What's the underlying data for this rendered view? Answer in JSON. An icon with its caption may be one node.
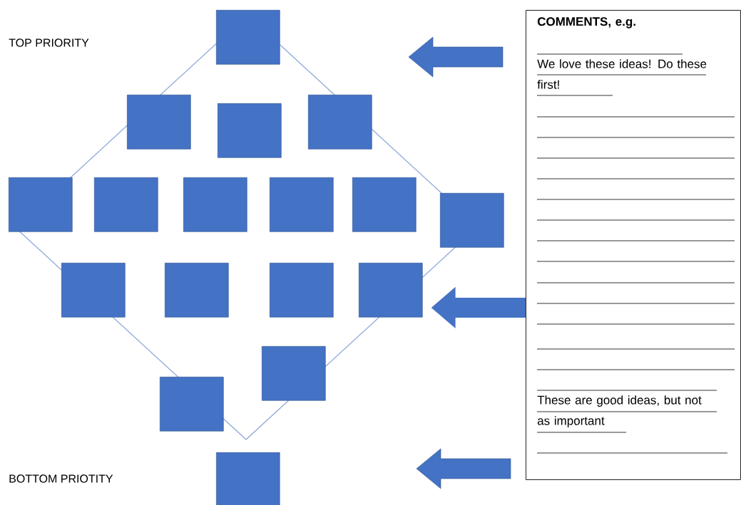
{
  "diagram": {
    "nodes": [
      {
        "text": [],
        "shape": "box"
      },
      {
        "text": [],
        "shape": "box"
      },
      {
        "text": [],
        "shape": "box"
      },
      {
        "text": [],
        "shape": "box"
      },
      {
        "text": [],
        "shape": "box"
      },
      {
        "text": [],
        "shape": "box"
      },
      {
        "text": [],
        "shape": "box"
      },
      {
        "text": [],
        "shape": "box"
      },
      {
        "text": [],
        "shape": "box"
      },
      {
        "text": [],
        "shape": "box"
      },
      {
        "text": [],
        "shape": "box"
      },
      {
        "text": [],
        "shape": "box"
      },
      {
        "text": [],
        "shape": "box"
      },
      {
        "text": [],
        "shape": "box"
      },
      {
        "text": [],
        "shape": "box"
      },
      {
        "text": [],
        "shape": "box"
      },
      {
        "text": [],
        "shape": "box"
      },
      {
        "text": [
          "COMMENTS, e.g.",
          "We love these ideas! Do these first!",
          "These are good ideas, but not as important"
        ]
      }
    ],
    "edges": [
      {
        "from": 17,
        "to": 13,
        "arrow": "to"
      }
    ],
    "labels": [
      "TOP PRIORITY",
      "BOTTOM PRIOTITY"
    ]
  }
}
